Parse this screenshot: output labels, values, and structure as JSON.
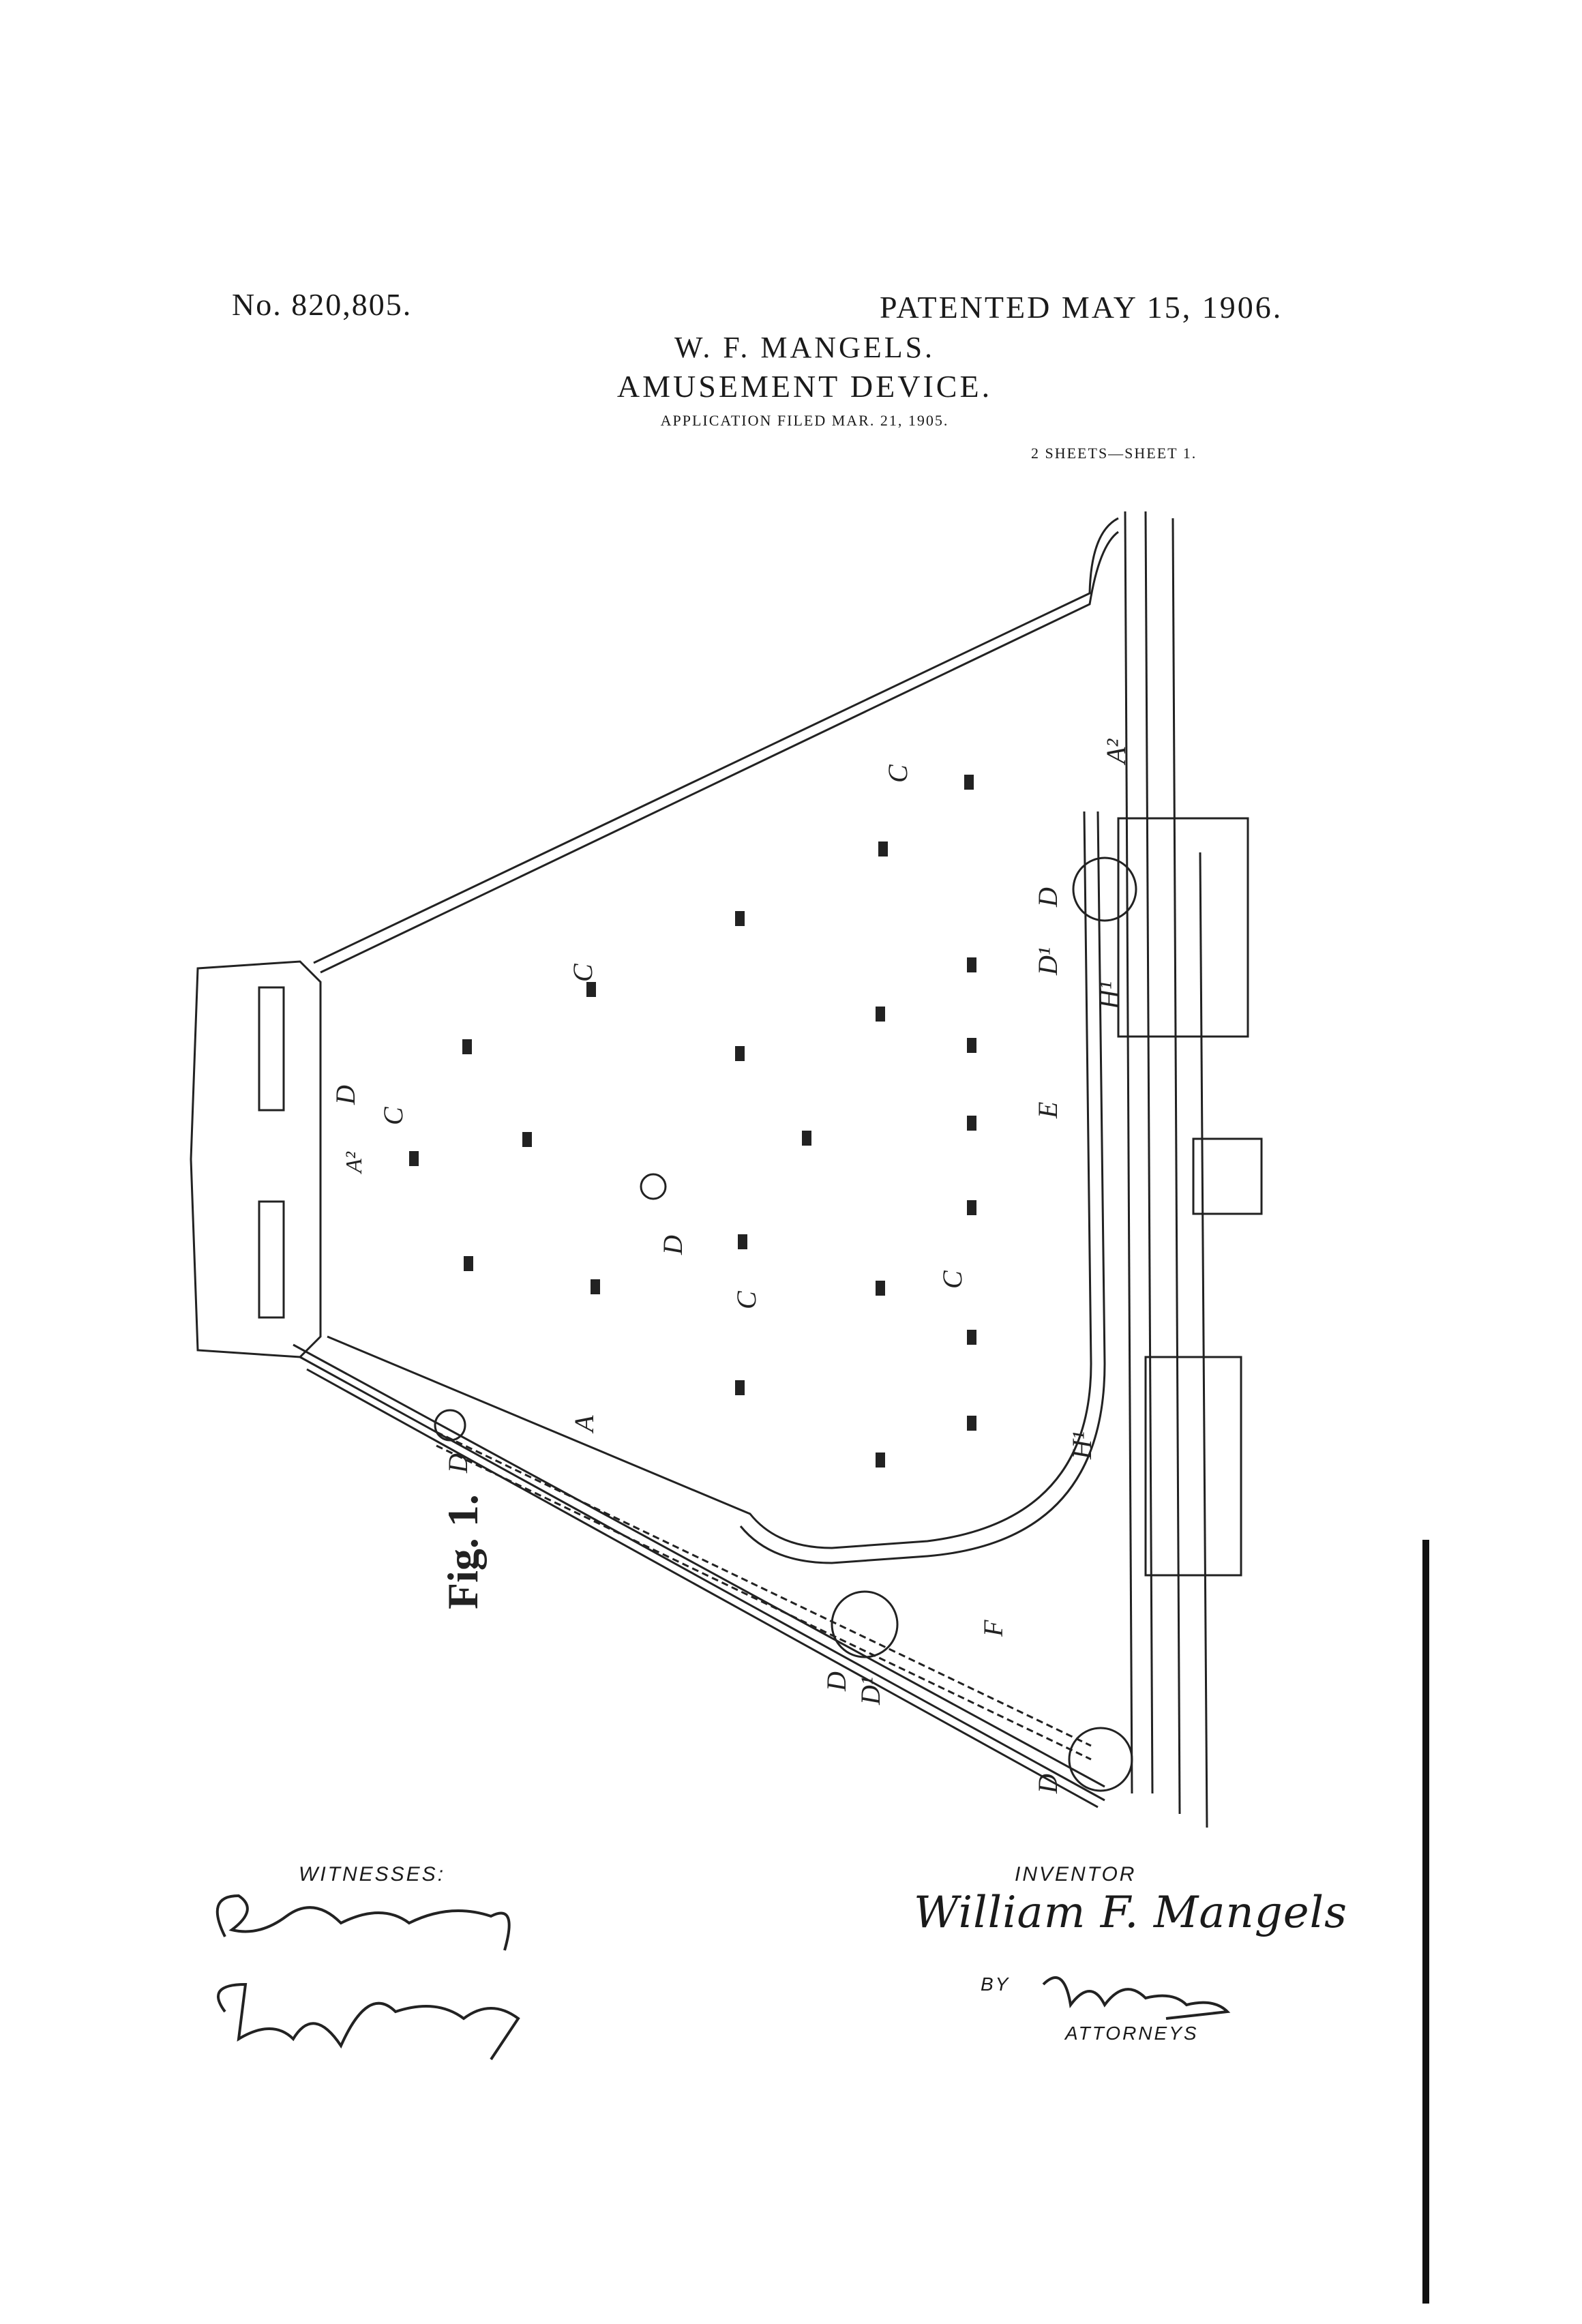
{
  "header": {
    "patent_number": "No. 820,805.",
    "patent_date": "PATENTED MAY 15, 1906.",
    "inventor": "W. F. MANGELS.",
    "title": "AMUSEMENT DEVICE.",
    "application": "APPLICATION FILED MAR. 21, 1905.",
    "sheets": "2 SHEETS—SHEET 1."
  },
  "figure": {
    "fig_label": "Fig. 1.",
    "reference_letters": {
      "C": "C",
      "D": "D",
      "D1": "D¹",
      "E": "E",
      "F": "F",
      "H1": "H¹",
      "A": "A",
      "A2": "A²"
    }
  },
  "signatures": {
    "witnesses_label": "WITNESSES:",
    "witness_1": "Geo. P. Kingsbury",
    "witness_2": "Rudy Hooker",
    "inventor_label": "INVENTOR",
    "inventor_signature": "William F. Mangels",
    "by_label": "BY",
    "attorney_signature": "Munn & Co",
    "attorneys_label": "ATTORNEYS"
  },
  "colors": {
    "ink": "#1a1a1a",
    "paper": "#ffffff"
  }
}
